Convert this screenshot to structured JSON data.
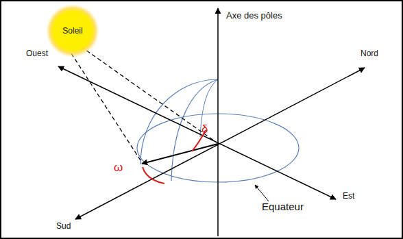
{
  "diagram": {
    "nodes": [
      {
        "text": [
          "Soleil"
        ]
      }
    ],
    "labels": [
      "Axe des pôles",
      "Nord",
      "Ouest",
      "Est",
      "Sud",
      "Equateur",
      "δ",
      "ω"
    ]
  }
}
